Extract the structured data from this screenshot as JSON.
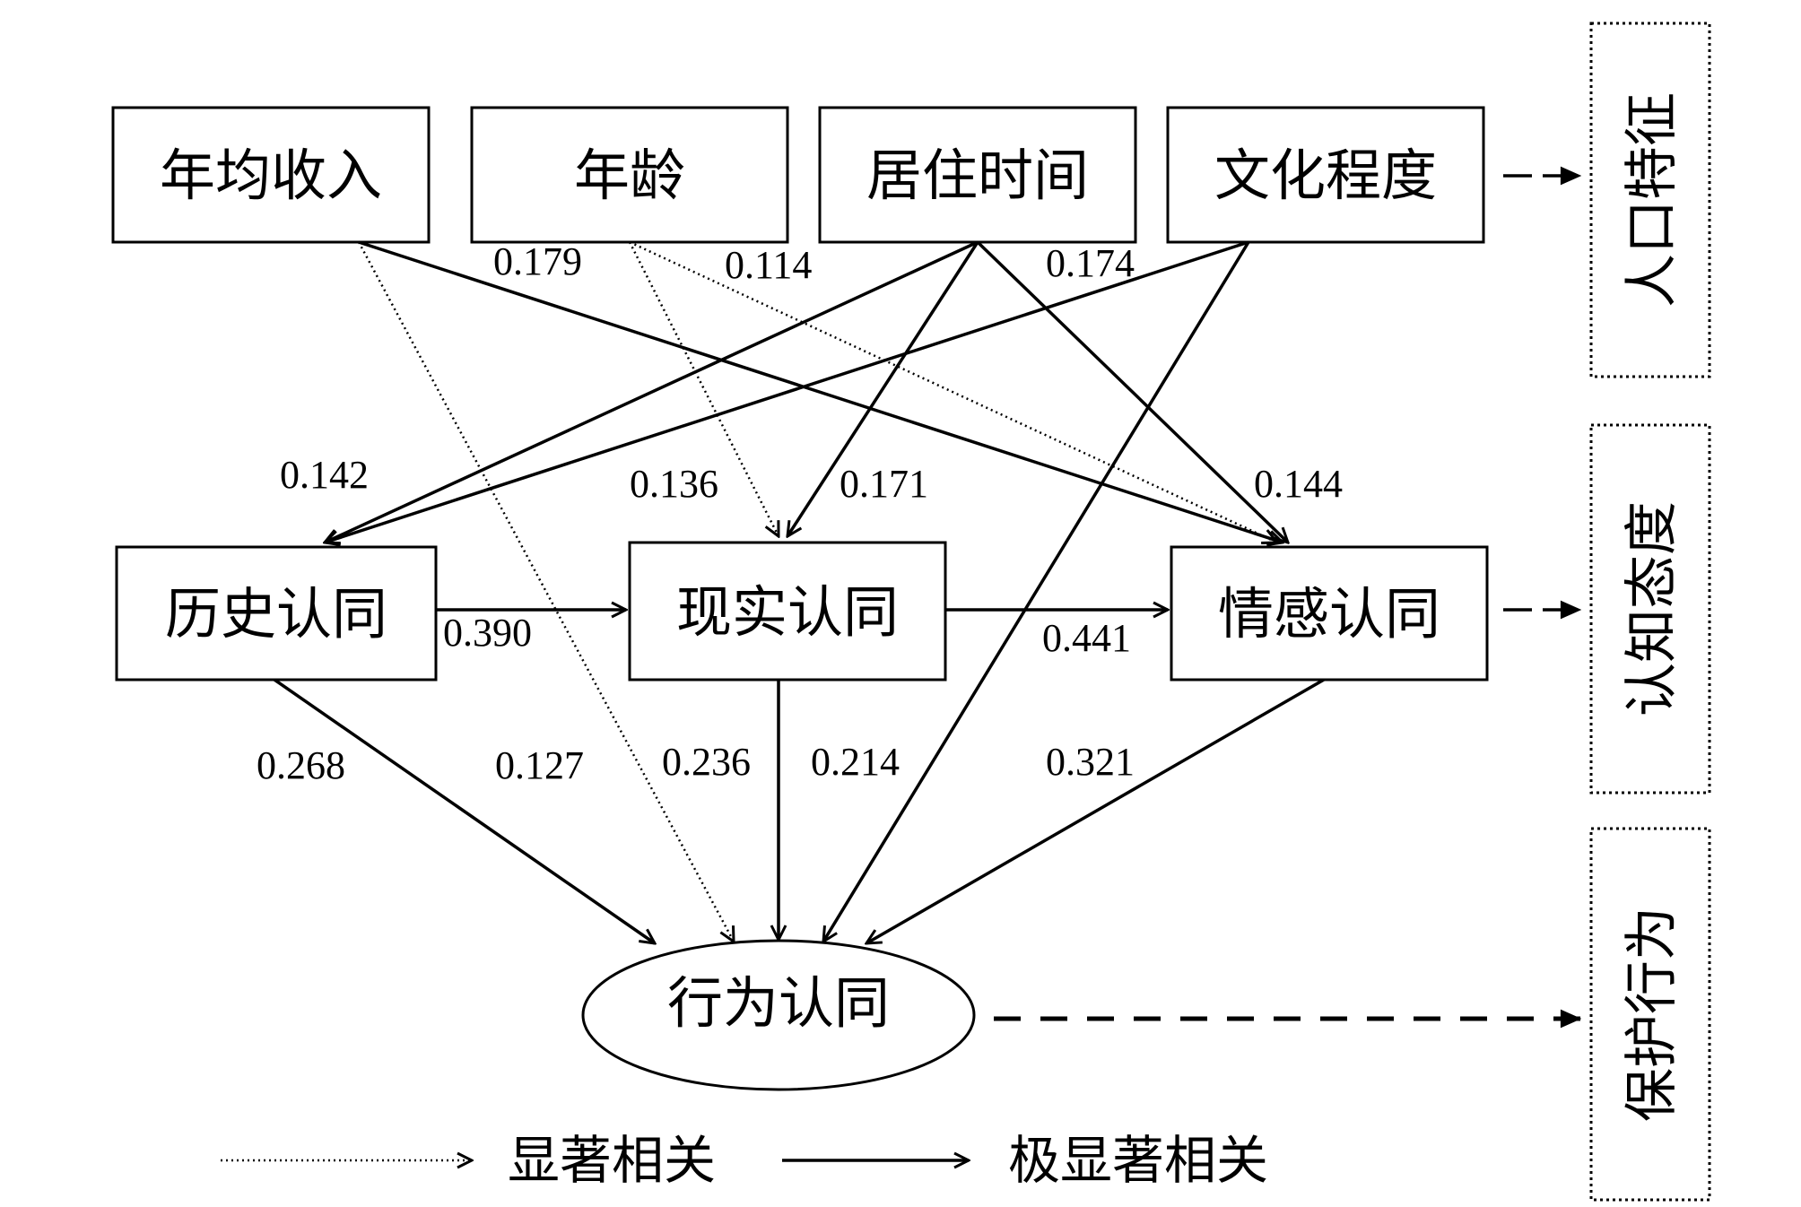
{
  "nodes": {
    "income": "年均收入",
    "age": "年龄",
    "residence": "居住时间",
    "education": "文化程度",
    "historical": "历史认同",
    "realistic": "现实认同",
    "emotional": "情感认同",
    "behavioral": "行为认同"
  },
  "categories": {
    "demographic": "人口特征",
    "cognitive": "认知态度",
    "protective": "保护行为"
  },
  "coefficients": {
    "age_to_emotional": "0.179",
    "age_to_realistic": "0.114",
    "residence_to_emotional": "0.174",
    "education_to_historical": "0.142",
    "age_to_realistic_2": "0.136",
    "residence_to_realistic": "0.171",
    "income_to_emotional": "0.144",
    "historical_to_realistic": "0.390",
    "realistic_to_emotional": "0.441",
    "historical_to_behavioral": "0.268",
    "income_to_behavioral": "0.127",
    "realistic_to_behavioral": "0.236",
    "education_to_behavioral": "0.214",
    "emotional_to_behavioral": "0.321"
  },
  "legend": {
    "significant": "显著相关",
    "very_significant": "极显著相关"
  }
}
